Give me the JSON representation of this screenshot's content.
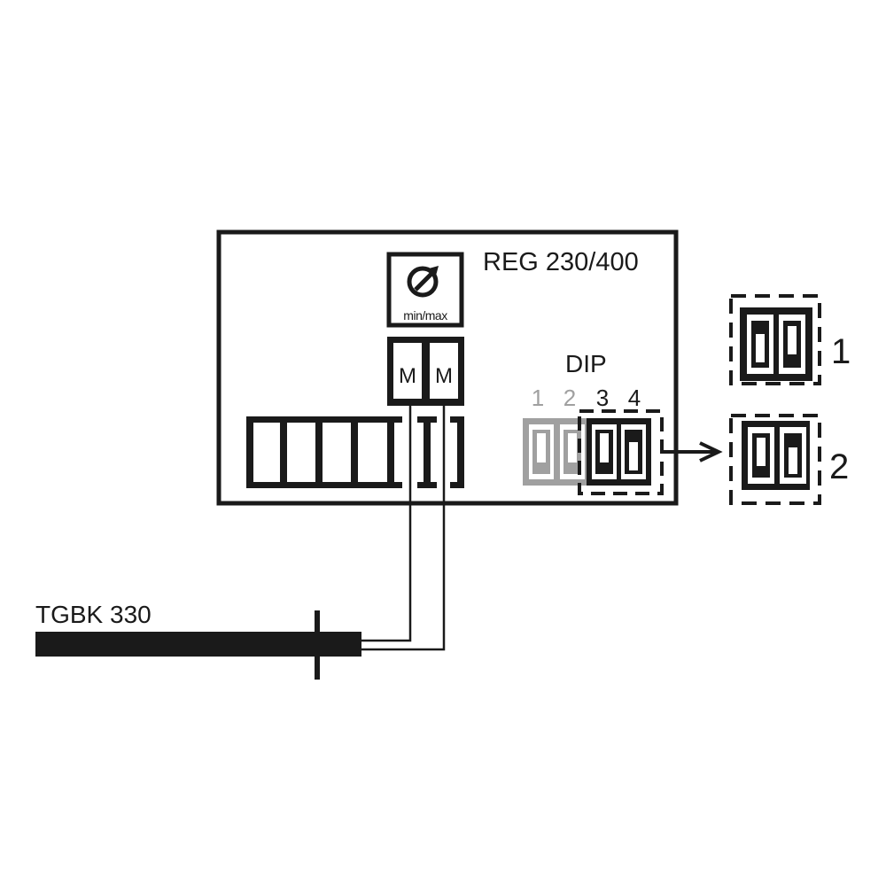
{
  "device": {
    "title": "REG 230/400",
    "potentiometer_label": "min/max",
    "terminals": [
      "M",
      "M"
    ]
  },
  "dip": {
    "label": "DIP",
    "switch_numbers": [
      "1",
      "2",
      "3",
      "4"
    ],
    "active_switches": [
      "3",
      "4"
    ]
  },
  "settings": [
    {
      "label": "1"
    },
    {
      "label": "2"
    }
  ],
  "cable": {
    "label": "TGBK 330"
  },
  "colors": {
    "line": "#1a1a1a",
    "inactive": "#a0a0a0"
  }
}
